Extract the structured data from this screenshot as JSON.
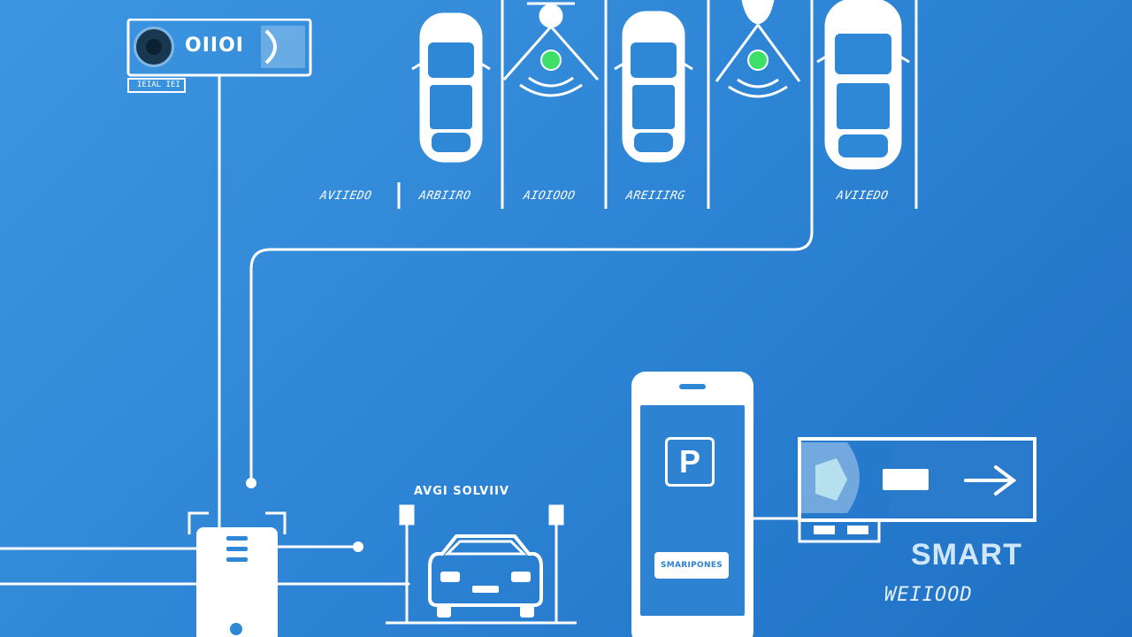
{
  "camera": {
    "display_text": "OIIOI",
    "sub_label": "IEIAL IEI"
  },
  "slots": [
    {
      "label": "AVIIEDO"
    },
    {
      "label": "ARBIIRO"
    },
    {
      "label": "AIOIOOO"
    },
    {
      "label": "AREIIIRG"
    },
    {
      "label": "AVIIEDO"
    }
  ],
  "gate": {
    "title": "AVGI SOLVIIV"
  },
  "phone": {
    "p_symbol": "P",
    "button_label": "SMARIPONES"
  },
  "brand": {
    "title": "SMART",
    "subtitle": "WEIIOOD"
  },
  "colors": {
    "background_top": "#3d96e0",
    "background_bottom": "#1f70c4",
    "line": "#ffffff",
    "sensor_green": "#3ee06a",
    "phone_screen": "#2d82d2"
  }
}
